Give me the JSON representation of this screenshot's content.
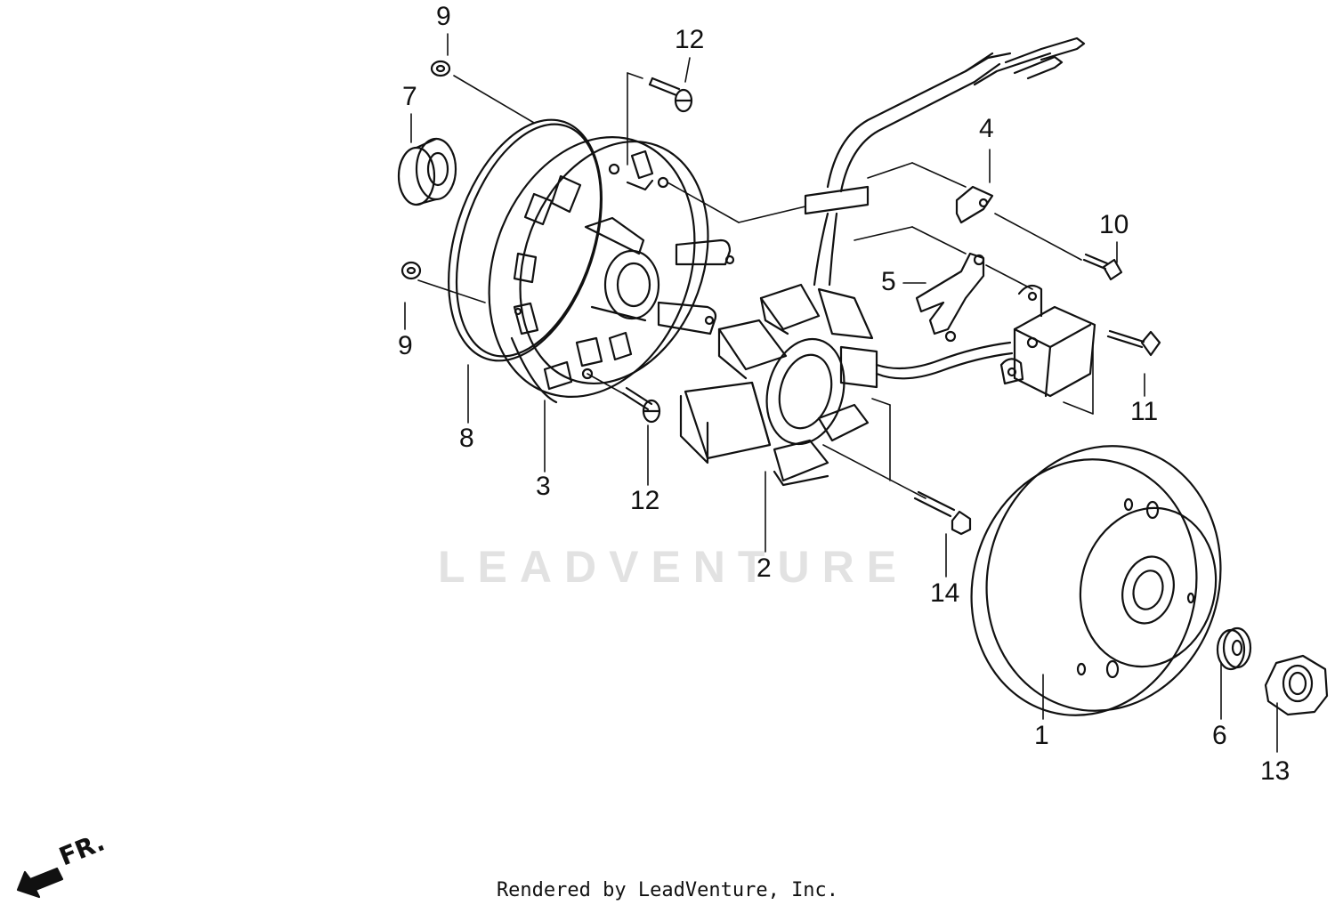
{
  "diagram": {
    "callouts": [
      {
        "id": "c9a",
        "label": "9"
      },
      {
        "id": "c12a",
        "label": "12"
      },
      {
        "id": "c7",
        "label": "7"
      },
      {
        "id": "c4",
        "label": "4"
      },
      {
        "id": "c10",
        "label": "10"
      },
      {
        "id": "c5",
        "label": "5"
      },
      {
        "id": "c9b",
        "label": "9"
      },
      {
        "id": "c11",
        "label": "11"
      },
      {
        "id": "c8",
        "label": "8"
      },
      {
        "id": "c3",
        "label": "3"
      },
      {
        "id": "c12b",
        "label": "12"
      },
      {
        "id": "c2",
        "label": "2"
      },
      {
        "id": "c14",
        "label": "14"
      },
      {
        "id": "c1",
        "label": "1"
      },
      {
        "id": "c6",
        "label": "6"
      },
      {
        "id": "c13",
        "label": "13"
      }
    ],
    "direction_label": "FR.",
    "watermark": "LEADVENTURE",
    "footer": "Rendered by LeadVenture, Inc."
  },
  "colors": {
    "ink": "#111111",
    "watermark": "#e2e2e2",
    "background": "#ffffff"
  }
}
